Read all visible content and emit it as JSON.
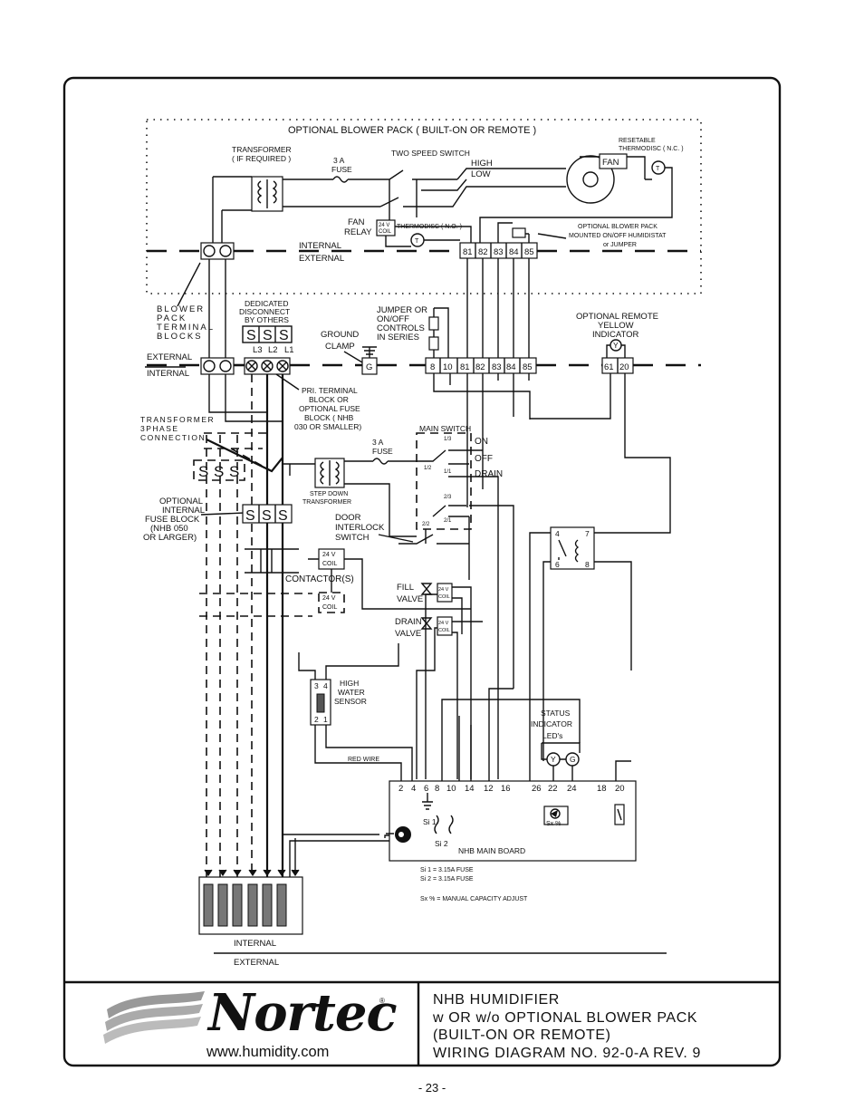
{
  "blower_pack": {
    "title": "OPTIONAL BLOWER PACK ( BUILT-ON OR REMOTE )",
    "transformer": [
      "TRANSFORMER",
      "( IF REQUIRED )"
    ],
    "fuse": [
      "3 A",
      "FUSE"
    ],
    "two_speed_switch": "TWO SPEED SWITCH",
    "high": "HIGH",
    "low": "LOW",
    "fan": "FAN",
    "resetable_thermodisc": [
      "RESETABLE",
      "THERMODISC ( N.C. )"
    ],
    "fan_relay": [
      "FAN",
      "RELAY"
    ],
    "coil": [
      "24 V",
      "COIL"
    ],
    "thermodisc_no": "THERMODISC ( N.O. )",
    "humidistat": [
      "OPTIONAL BLOWER PACK",
      "MOUNTED ON/OFF HUMIDISTAT",
      "or JUMPER"
    ],
    "internal": "INTERNAL",
    "external": "EXTERNAL",
    "terminals": [
      "81",
      "82",
      "83",
      "84",
      "85"
    ]
  },
  "main": {
    "blower_pack_terminal_blocks": [
      "BLOWER",
      "PACK",
      "TERMINAL",
      "BLOCKS"
    ],
    "dedicated_disconnect": [
      "DEDICATED",
      "DISCONNECT",
      "BY OTHERS"
    ],
    "disconnect_lines": [
      "L3",
      "L2",
      "L1"
    ],
    "ground_clamp": [
      "GROUND",
      "CLAMP"
    ],
    "ground_symbol": "G",
    "jumper": [
      "JUMPER OR",
      "ON/OFF",
      "CONTROLS",
      "IN SERIES"
    ],
    "remote_indicator": [
      "OPTIONAL REMOTE",
      "YELLOW",
      "INDICATOR"
    ],
    "external": "EXTERNAL",
    "internal": "INTERNAL",
    "terminals": [
      "8",
      "10",
      "81",
      "82",
      "83",
      "84",
      "85"
    ],
    "indicator_terminals": [
      "61",
      "20"
    ],
    "pri_terminal": [
      "PRI. TERMINAL",
      "BLOCK OR",
      "OPTIONAL FUSE",
      "BLOCK ( NHB",
      "030 OR SMALLER)"
    ],
    "transformer_3phase": [
      "TRANSFORMER",
      "3PHASE",
      "CONNECTION"
    ],
    "fuse_3a": [
      "3 A",
      "FUSE"
    ],
    "step_down": [
      "STEP DOWN",
      "TRANSFORMER"
    ],
    "main_switch": "MAIN SWITCH",
    "switch_positions": [
      "ON",
      "OFF",
      "DRAIN"
    ],
    "switch_pins": [
      "1/3",
      "1/2",
      "1/1",
      "2/3",
      "2/2",
      "2/1"
    ],
    "optional_internal_fuse": [
      "OPTIONAL",
      "INTERNAL",
      "FUSE BLOCK",
      "(NHB 050",
      "OR LARGER)"
    ],
    "door_interlock": [
      "DOOR",
      "INTERLOCK",
      "SWITCH"
    ],
    "contactors": "CONTACTOR(S)",
    "coil": [
      "24 V",
      "COIL"
    ],
    "fill_valve": [
      "FILL",
      "VALVE"
    ],
    "drain_valve": [
      "DRAIN",
      "VALVE"
    ],
    "relay_pins": [
      "4",
      "7",
      "6",
      "8"
    ],
    "high_water_sensor": [
      "HIGH",
      "WATER",
      "SENSOR"
    ],
    "sensor_pins": [
      "3",
      "4",
      "2",
      "1"
    ],
    "status_indicator": [
      "STATUS",
      "INDICATOR",
      "LED's"
    ],
    "led_labels": [
      "Y",
      "G"
    ],
    "red_wire": "RED WIRE",
    "board_terminals": [
      "2",
      "4",
      "6",
      "8",
      "10",
      "14",
      "12",
      "16",
      "26",
      "22",
      "24",
      "18",
      "20"
    ],
    "si1": "Si 1",
    "si2": "Si 2",
    "sx": "Sx %",
    "board_name": "NHB MAIN BOARD",
    "fuse_notes": [
      "Si 1 = 3.15A FUSE",
      "Si 2 = 3.15A FUSE"
    ],
    "sx_note": "Sx % = MANUAL CAPACITY ADJUST",
    "internal_bottom": "INTERNAL",
    "external_bottom": "EXTERNAL",
    "s_symbol": "S"
  },
  "logo": {
    "brand": "Nortec",
    "registered": "®",
    "url": "www.humidity.com"
  },
  "title_block": {
    "line1": "NHB  HUMIDIFIER",
    "line2": "w OR w/o OPTIONAL BLOWER PACK",
    "line3": "(BUILT-ON OR REMOTE)",
    "line4": "WIRING  DIAGRAM NO. 92-0-A  REV. 9"
  },
  "page_number": "- 23 -"
}
